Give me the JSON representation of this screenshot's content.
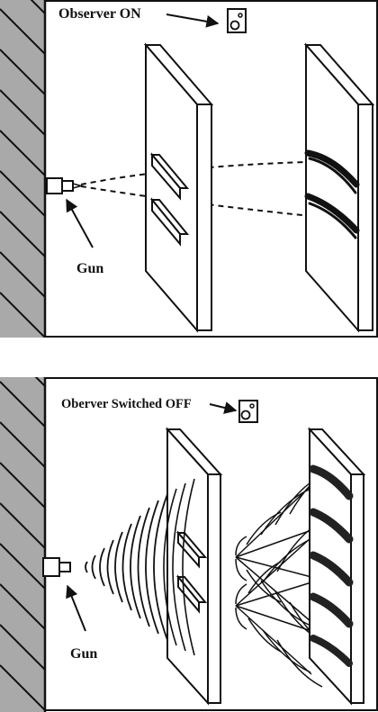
{
  "top_panel": {
    "observer_label": "Observer ON",
    "gun_label": "Gun",
    "observer_icon": "observer-camera-icon",
    "pattern": "two-bands"
  },
  "bottom_panel": {
    "observer_label": "Oberver Switched OFF",
    "gun_label": "Gun",
    "observer_icon": "observer-camera-icon",
    "pattern": "interference-bands"
  },
  "colors": {
    "wall_fill": "#a9a9a9",
    "ink": "#111111",
    "background": "#ffffff"
  }
}
